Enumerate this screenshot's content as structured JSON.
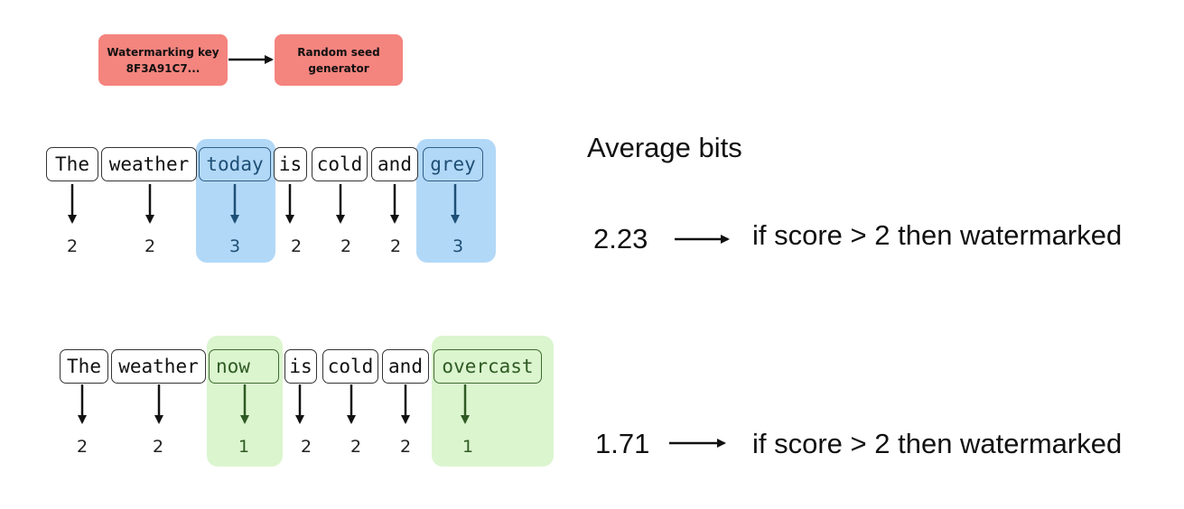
{
  "key_box": {
    "label": "Watermarking key",
    "value": "8F3A91C7..."
  },
  "seed_box": {
    "label": "Random seed generator"
  },
  "average_bits_label": "Average bits",
  "rows": [
    {
      "tokens": [
        {
          "text": "The",
          "score": "2",
          "hl": ""
        },
        {
          "text": "weather",
          "score": "2",
          "hl": ""
        },
        {
          "text": "today",
          "score": "3",
          "hl": "blue"
        },
        {
          "text": "is",
          "score": "2",
          "hl": ""
        },
        {
          "text": "cold",
          "score": "2",
          "hl": ""
        },
        {
          "text": "and",
          "score": "2",
          "hl": ""
        },
        {
          "text": "grey",
          "score": "3",
          "hl": "blue"
        }
      ],
      "average": "2.23",
      "rule": "if score > 2 then watermarked"
    },
    {
      "tokens": [
        {
          "text": "The",
          "score": "2",
          "hl": ""
        },
        {
          "text": "weather",
          "score": "2",
          "hl": ""
        },
        {
          "text": "now",
          "score": "1",
          "hl": "green"
        },
        {
          "text": "is",
          "score": "2",
          "hl": ""
        },
        {
          "text": "cold",
          "score": "2",
          "hl": ""
        },
        {
          "text": "and",
          "score": "2",
          "hl": ""
        },
        {
          "text": "overcast",
          "score": "1",
          "hl": "green"
        }
      ],
      "average": "1.71",
      "rule": "if score > 2 then watermarked"
    }
  ]
}
